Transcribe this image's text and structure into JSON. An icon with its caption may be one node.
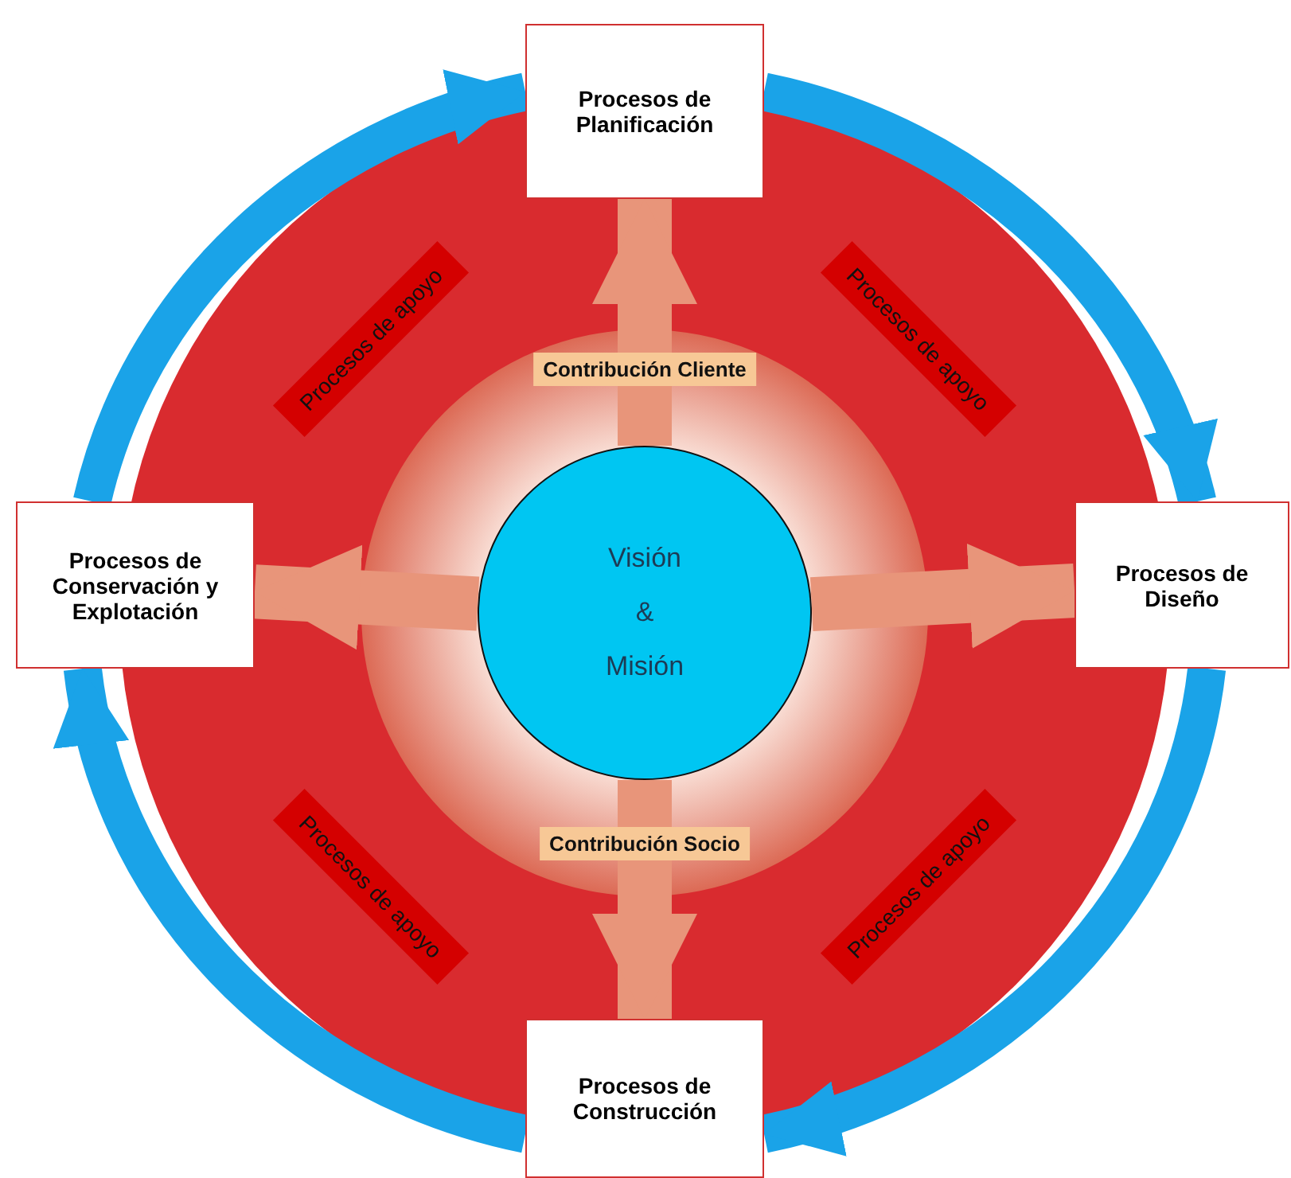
{
  "diagram": {
    "nodes": [
      {
        "text": [
          "Procesos de Planificación"
        ]
      },
      {
        "text": [
          "Procesos de Conservación y Explotación"
        ]
      },
      {
        "text": [
          "Procesos de Diseño"
        ]
      },
      {
        "text": [
          "Procesos de Construcción"
        ]
      },
      {
        "text": [
          "Visión",
          "&",
          "Misión"
        ]
      },
      {
        "text": [
          "Procesos de apoyo"
        ]
      },
      {
        "text": [
          "Procesos de apoyo"
        ]
      },
      {
        "text": [
          "Procesos de apoyo"
        ]
      },
      {
        "text": [
          "Procesos de apoyo"
        ]
      }
    ],
    "edges": [
      {
        "from": 1,
        "to": 0,
        "arrow": "to",
        "color": "#1aa3e8"
      },
      {
        "from": 0,
        "to": 2,
        "arrow": "to",
        "color": "#1aa3e8"
      },
      {
        "from": 2,
        "to": 3,
        "arrow": "to",
        "color": "#1aa3e8"
      },
      {
        "from": 3,
        "to": 1,
        "arrow": "to",
        "color": "#1aa3e8"
      },
      {
        "from": 4,
        "to": 0,
        "arrow": "to",
        "label": "Contribución Cliente",
        "color": "#e8957a"
      },
      {
        "from": 4,
        "to": 1,
        "arrow": "to",
        "color": "#e8957a"
      },
      {
        "from": 4,
        "to": 2,
        "arrow": "to",
        "color": "#e8957a"
      },
      {
        "from": 4,
        "to": 3,
        "arrow": "to",
        "label": "Contribución Socio",
        "color": "#e8957a"
      }
    ]
  }
}
